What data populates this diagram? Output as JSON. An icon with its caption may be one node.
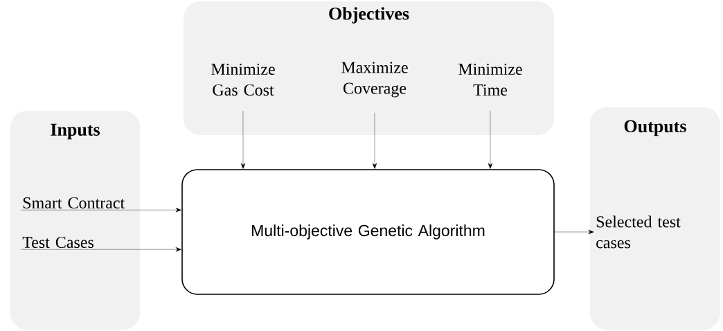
{
  "diagram": {
    "nodes": [
      {
        "text": [
          "Inputs"
        ]
      },
      {
        "text": [
          "Objectives"
        ]
      },
      {
        "text": [
          "Outputs"
        ]
      },
      {
        "text": [
          "Minimize Gas Cost"
        ],
        "in": 1
      },
      {
        "text": [
          "Maximize Coverage"
        ],
        "in": 1
      },
      {
        "text": [
          "Minimize Time"
        ],
        "in": 1
      },
      {
        "text": [
          "Smart Contract"
        ],
        "in": 0
      },
      {
        "text": [
          "Test Cases"
        ],
        "in": 0
      },
      {
        "text": [
          "Multi-objective Genetic Algorithm"
        ]
      },
      {
        "text": [
          "Selected test cases"
        ],
        "in": 2
      }
    ],
    "edges": [
      {
        "from": 3,
        "to": 8,
        "arrow": "to"
      },
      {
        "from": 4,
        "to": 8,
        "arrow": "to"
      },
      {
        "from": 5,
        "to": 8,
        "arrow": "to"
      },
      {
        "from": 6,
        "to": 8,
        "arrow": "to"
      },
      {
        "from": 7,
        "to": 8,
        "arrow": "to"
      },
      {
        "from": 8,
        "to": 9,
        "arrow": "to"
      }
    ]
  }
}
